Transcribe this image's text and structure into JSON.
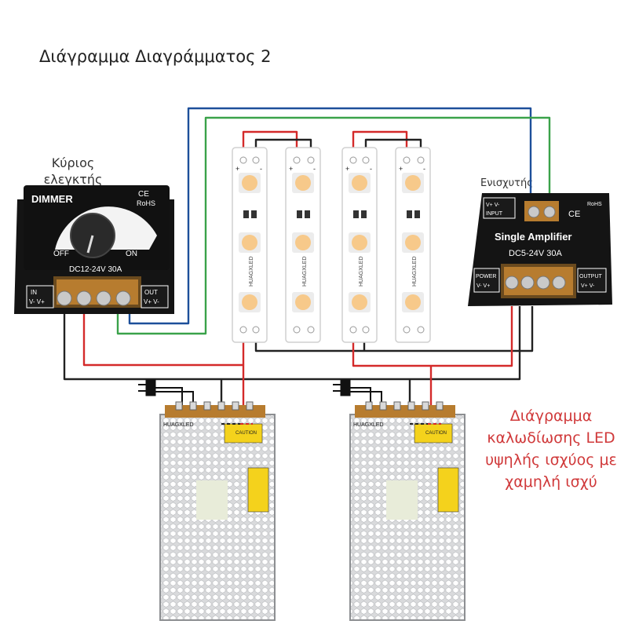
{
  "title": "Διάγραμμα Διαγράμματος 2",
  "labels": {
    "main_controller": "Κύριος ελεγκτής",
    "amplifier": "Ενισχυτής"
  },
  "caption": "Διάγραμμα καλωδίωσης LED υψηλής ισχύος με χαμηλή ισχύ",
  "dimmer": {
    "name": "DIMMER",
    "cert": "CE",
    "rohs": "RoHS",
    "off": "OFF",
    "on": "ON",
    "rating": "DC12-24V  30A",
    "in": "IN",
    "in_pins": "V- V+",
    "out": "OUT",
    "out_pins": "V+ V-"
  },
  "amplifier": {
    "name": "Single Amplifier",
    "rating": "DC5-24V  30A",
    "input": "INPUT",
    "input_pins": "V+ V-",
    "cert": "CE",
    "rohs": "RoHS",
    "power": "POWER",
    "power_pins": "V- V+",
    "output": "OUTPUT",
    "output_pins": "V+ V-"
  },
  "strip": {
    "brand": "HUAGXLED",
    "plus": "+",
    "minus": "-"
  },
  "psu": {
    "brand": "HUAGXLED",
    "caution": "CAUTION"
  },
  "colors": {
    "red_wire": "#d42a2a",
    "black_wire": "#222222",
    "blue_wire": "#1d4f9a",
    "green_wire": "#3aa24a",
    "led": "#f7c98a",
    "caption": "#d0393a"
  }
}
